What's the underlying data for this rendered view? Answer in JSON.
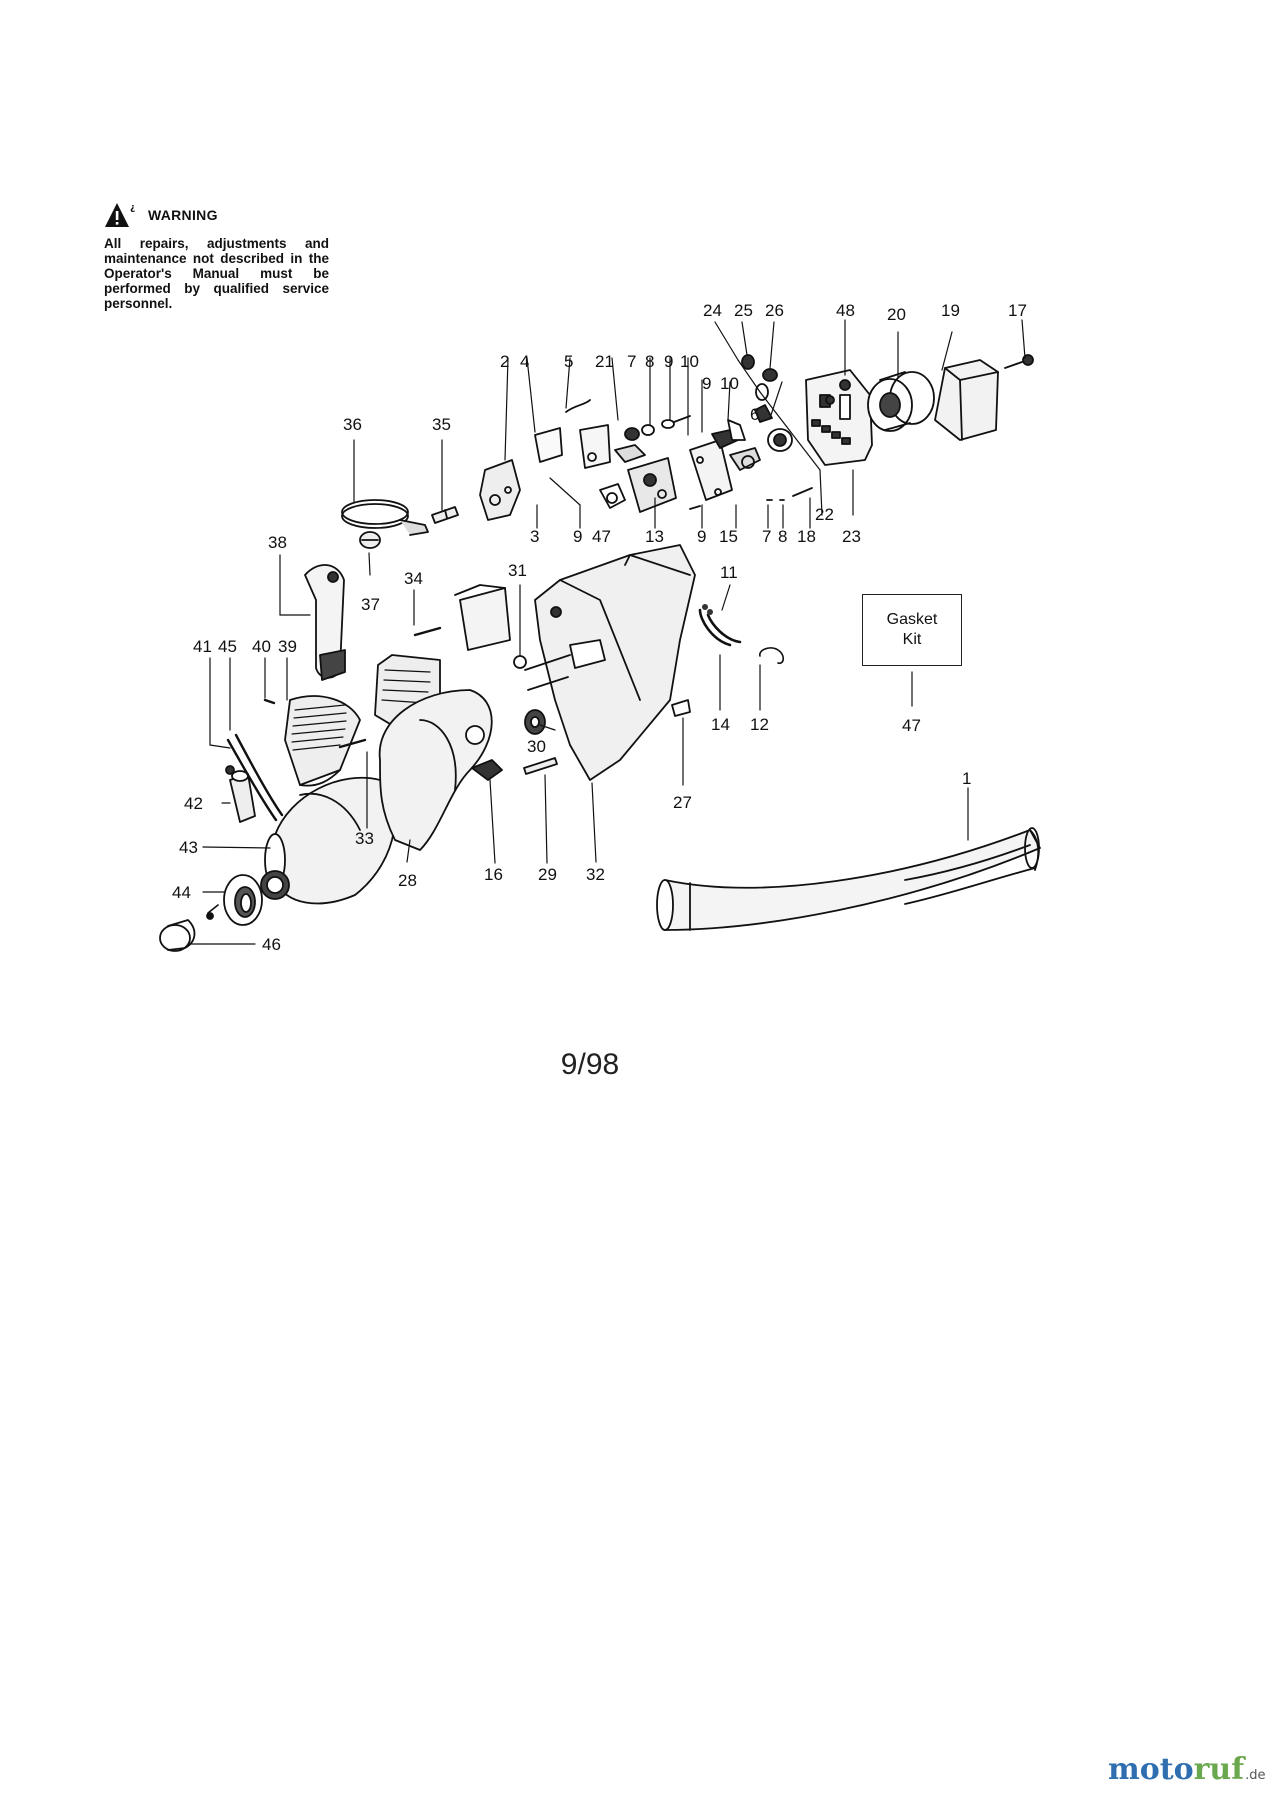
{
  "warning": {
    "title": "WARNING",
    "text": "All repairs, adjustments and maintenance not described in the Operator's Manual must be performed by qualified service personnel."
  },
  "gasket_kit": {
    "line1": "Gasket",
    "line2": "Kit"
  },
  "date_code": "9/98",
  "watermark": {
    "part1": "moto",
    "part2": "ruf",
    "tld": ".de"
  },
  "part_labels": [
    "24",
    "25",
    "26",
    "48",
    "20",
    "19",
    "17",
    "2",
    "4",
    "5",
    "21",
    "7",
    "8",
    "9",
    "10",
    "9",
    "10",
    "6",
    "36",
    "35",
    "3",
    "9",
    "47",
    "13",
    "9",
    "15",
    "7",
    "8",
    "18",
    "22",
    "23",
    "38",
    "34",
    "31",
    "11",
    "37",
    "41",
    "45",
    "40",
    "39",
    "30",
    "14",
    "12",
    "47",
    "27",
    "42",
    "33",
    "1",
    "43",
    "28",
    "16",
    "29",
    "32",
    "44",
    "46"
  ]
}
